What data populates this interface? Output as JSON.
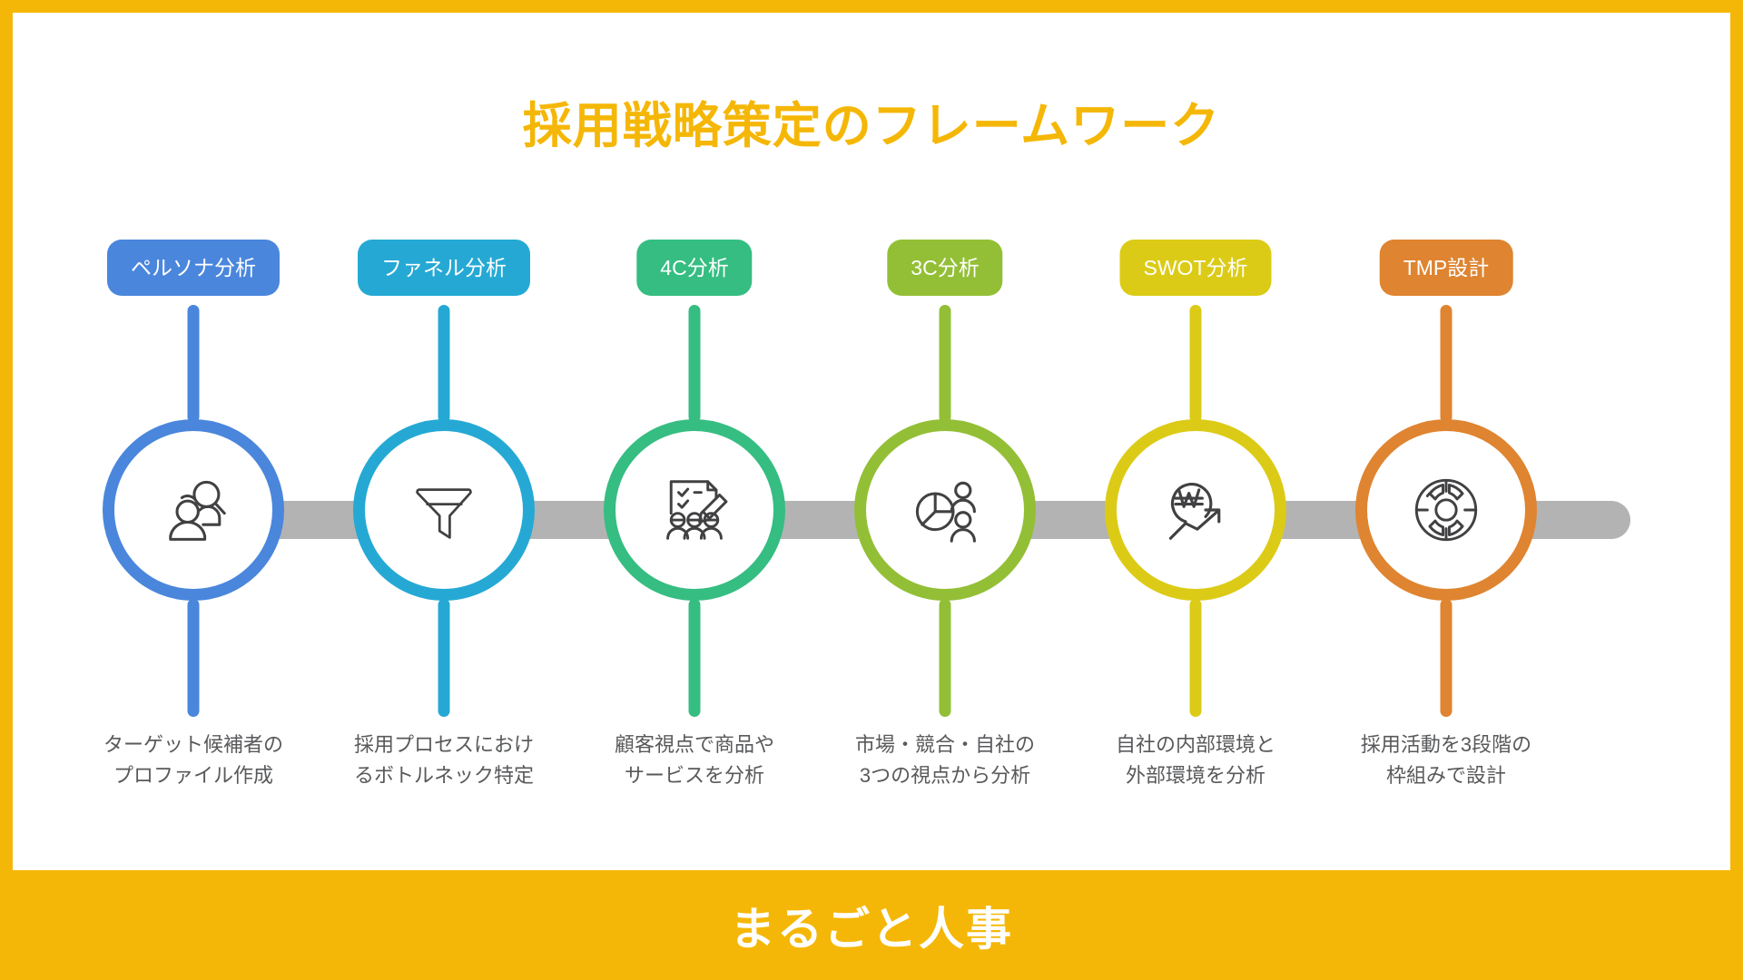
{
  "slide": {
    "title": "採用戦略策定のフレームワーク",
    "title_color": "#F5B707",
    "background_color": "#F5B707",
    "canvas_color": "#FFFFFF",
    "track_color": "#B3B3B3"
  },
  "steps": [
    {
      "pill_label": "ペルソナ分析",
      "color": "#4A86DC",
      "icon": "people-search-icon",
      "caption": "ターゲット候補者の\nプロファイル作成"
    },
    {
      "pill_label": "ファネル分析",
      "color": "#25A9D4",
      "icon": "funnel-icon",
      "caption": "採用プロセスにおけ\nるボトルネック特定"
    },
    {
      "pill_label": "4C分析",
      "color": "#36BD82",
      "icon": "survey-people-icon",
      "caption": "顧客視点で商品や\nサービスを分析"
    },
    {
      "pill_label": "3C分析",
      "color": "#93BF36",
      "icon": "piechart-people-icon",
      "caption": "市場・競合・自社の\n3つの視点から分析"
    },
    {
      "pill_label": "SWOT分析",
      "color": "#DCCB16",
      "icon": "currency-growth-icon",
      "caption": "自社の内部環境と\n外部環境を分析"
    },
    {
      "pill_label": "TMP設計",
      "color": "#DF8430",
      "icon": "target-wheel-icon",
      "caption": "採用活動を3段階の\n枠組みで設計"
    }
  ],
  "footer": {
    "brand": "まるごと人事",
    "background_color": "#F5B707",
    "text_color": "#FFFFFF"
  }
}
